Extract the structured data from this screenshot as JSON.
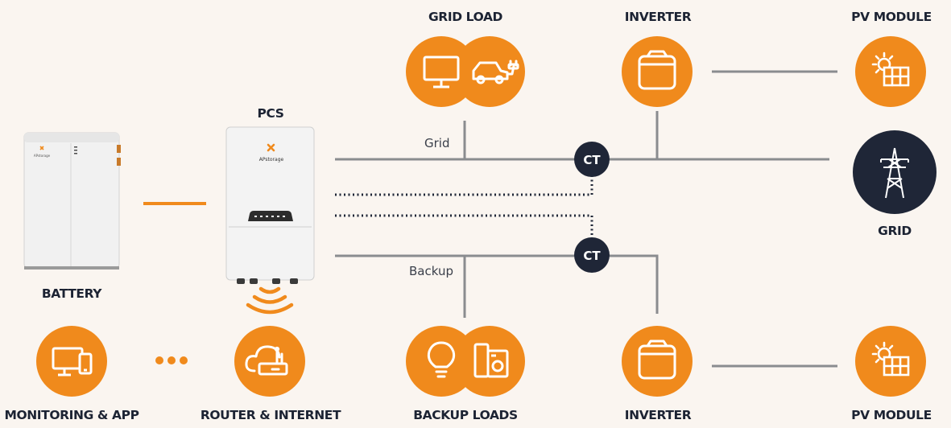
{
  "nodes": {
    "grid_load": "GRID LOAD",
    "inverter_top": "INVERTER",
    "pv_module_top": "PV MODULE",
    "pcs": "PCS",
    "battery": "BATTERY",
    "grid": "GRID",
    "monitoring": "MONITORING & APP",
    "router": "ROUTER & INTERNET",
    "backup_loads": "BACKUP LOADS",
    "inverter_bottom": "INVERTER",
    "pv_module_bottom": "PV MODULE"
  },
  "lines": {
    "grid": "Grid",
    "backup": "Backup"
  },
  "ct_label": "CT",
  "device_branding": {
    "pcs_brand": "APstorage",
    "battery_brand": "APstorage"
  },
  "colors": {
    "accent": "#f08a1c",
    "dark_node": "#1f2637",
    "wire": "#8a8c8f",
    "background": "#faf5f0"
  }
}
